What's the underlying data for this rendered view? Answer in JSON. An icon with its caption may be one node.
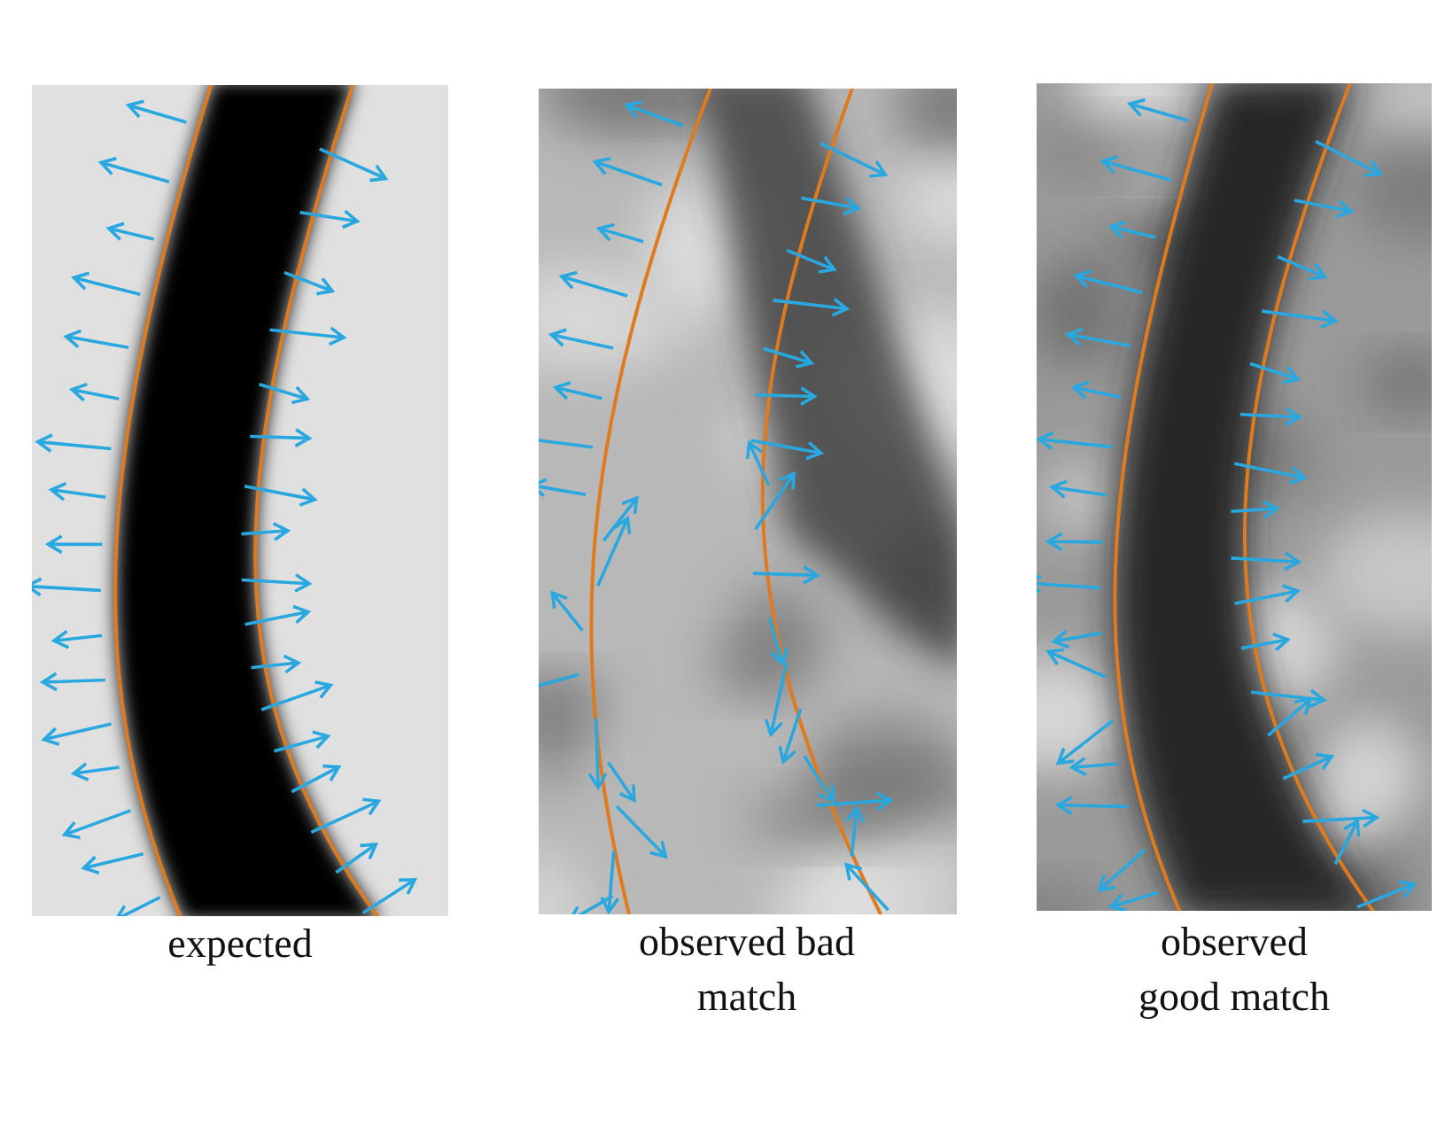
{
  "diagram": {
    "labels": [
      "expected",
      "observed bad match",
      "observed good match"
    ]
  }
}
